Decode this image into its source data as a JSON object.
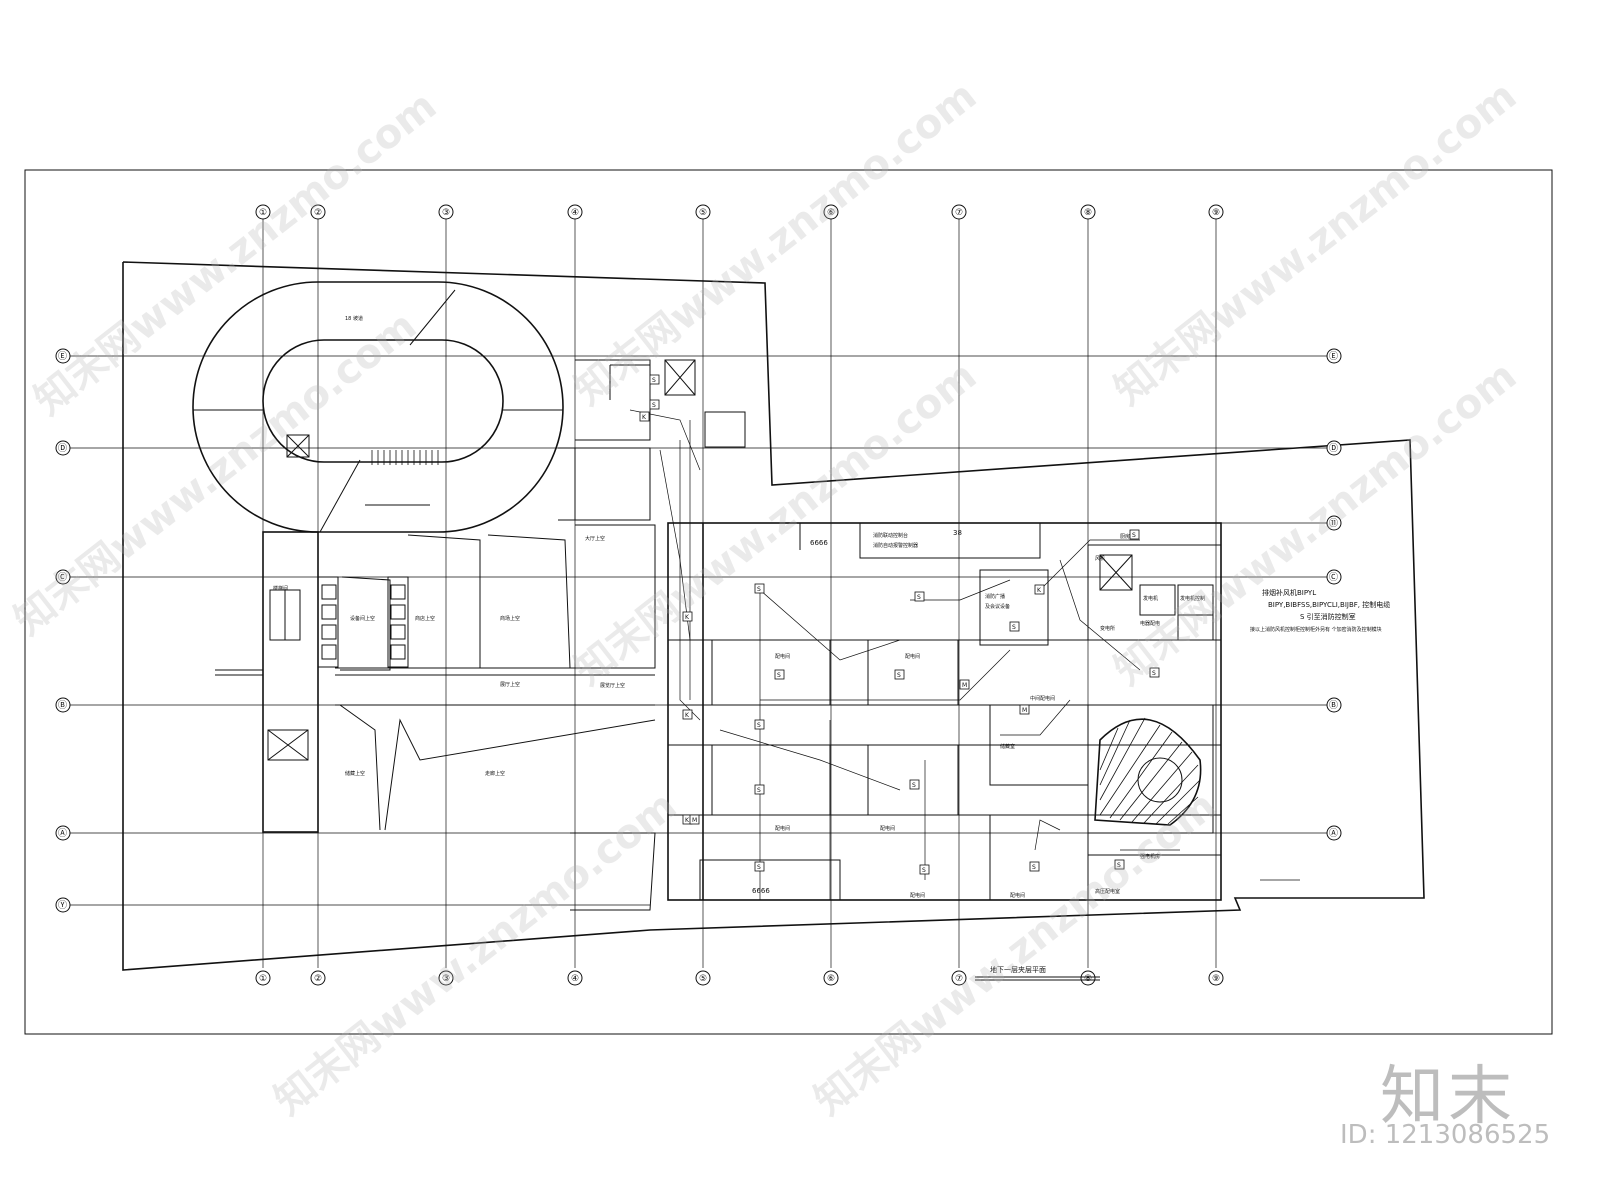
{
  "drawing": {
    "title": "地下一层夹层平面",
    "grid_columns": [
      "①",
      "②",
      "③",
      "④",
      "⑤",
      "⑥",
      "⑦",
      "⑧",
      "⑨"
    ],
    "grid_rows": [
      "Ⓔ",
      "Ⓓ",
      "Ⓒ",
      "Ⓑ",
      "Ⓐ",
      "Ⓨ"
    ],
    "extra_row_marks": [
      "⑪",
      "Ⓒ"
    ],
    "notes": {
      "cable_note_1": "排烟补风机BIPYL",
      "cable_note_2": "BIPY,BIBFSS,BIPYCLI,BIJBF, 控制电缆",
      "cable_note_3": "S     引至消防控制室",
      "cable_note_4": "接以上消防风机控制柜控制柜外另有  个加密消防及控制模块",
      "fire_control_1": "消防联动控制台",
      "fire_control_2": "消防自动报警控制器",
      "broadcast_1": "消防广播",
      "broadcast_2": "及会议设备",
      "label_6666_top": "6666",
      "label_6666_bottom": "6666",
      "label_38": "38",
      "ramp_label": "18 坡道",
      "room_hall": "变电所",
      "room_power": "电器配电",
      "room_fan": "风机",
      "room_gen": "发电机",
      "room_gen_ctrl": "发电机控制",
      "room_stair": "楼梯间",
      "room_kitchen": "厨房",
      "room_up_1": "设备间上空",
      "room_up_2": "商店上空",
      "room_up_3": "商场上空",
      "room_up_4": "大厅上空",
      "room_up_5": "展厅上空",
      "room_up_6": "走廊上空",
      "room_up_7": "储藏上空",
      "room_up_8": "展览厅上空",
      "room_dist": "配电间",
      "room_corridor": "中间配电间",
      "room_storage": "储藏室",
      "room_elec_box": "强电机房",
      "room_elec_sub": "高压配电室"
    },
    "symbols": {
      "smoke": "S",
      "manual": "K",
      "module": "M"
    }
  },
  "watermark": {
    "text": "知末网www.znzmo.com"
  },
  "logo": {
    "brand": "知末",
    "id": "ID: 1213086525"
  }
}
